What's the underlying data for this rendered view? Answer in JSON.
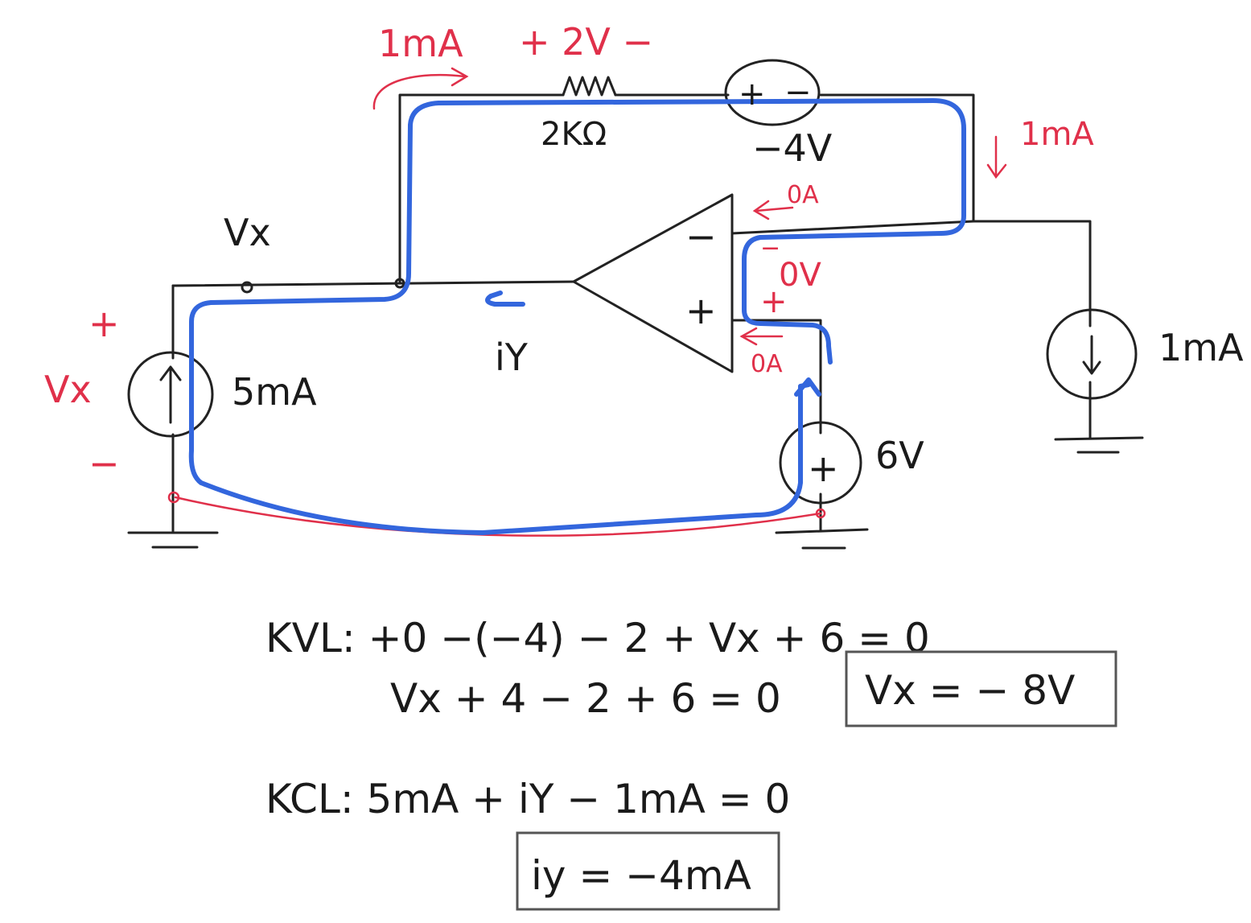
{
  "labels": {
    "top_current": "1mA",
    "resistor_voltage": "+ 2V −",
    "resistor_value": "2KΩ",
    "source_top_plus": "+",
    "source_top_minus": "−",
    "source_top_value": "−4V",
    "right_current": "1mA",
    "opamp_minus_current": "0A",
    "opamp_minus": "−",
    "opamp_plus": "+",
    "opamp_input_voltage": "0V",
    "opamp_input_minus_mark": "−",
    "opamp_input_plus_mark": "+",
    "opamp_plus_current": "0A",
    "node_vx": "Vx",
    "iy": "iY",
    "vx_plus": "+",
    "vx_label": "Vx",
    "vx_minus": "−",
    "current_source_left": "5mA",
    "current_source_right": "1mA",
    "voltage_source_bottom": "6V",
    "voltage_source_bottom_plus": "+"
  },
  "equations": {
    "kvl_1": "KVL: +0 −(−4) − 2 + Vx + 6 = 0",
    "kvl_2": "Vx + 4 − 2 + 6 = 0",
    "kvl_result": "Vx = − 8V",
    "kcl_1": "KCL:   5mA + iY − 1mA = 0",
    "kcl_result": "iy = −4mA"
  },
  "colors": {
    "ink": "#1a1a1a",
    "annotation_red": "#e0304a",
    "loop_blue": "#3366dd"
  }
}
